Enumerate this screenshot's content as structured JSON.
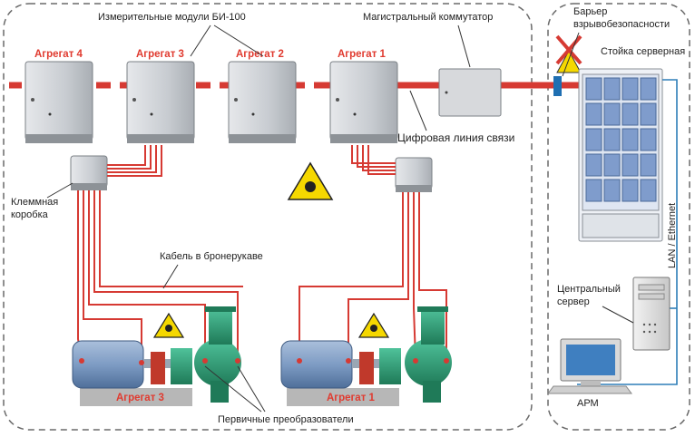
{
  "labels": {
    "modules": "Измерительные модули БИ-100",
    "switch": "Магистральный коммутатор",
    "barrier": "Барьер взрывобезопасности",
    "rack": "Стойка серверная",
    "digital_line": "Цифровая линия связи",
    "terminal_box": "Клеммная коробка",
    "armored_cable": "Кабель в бронерукаве",
    "sensors": "Первичные преобразователи",
    "central_server": "Центральный сервер",
    "lan": "LAN / Ethernet",
    "arm": "АРМ"
  },
  "modules": [
    {
      "name": "Агрегат 4"
    },
    {
      "name": "Агрегат 3"
    },
    {
      "name": "Агрегат 2"
    },
    {
      "name": "Агрегат 1"
    }
  ],
  "pump_units": [
    {
      "name": "Агрегат 3"
    },
    {
      "name": "Агрегат 1"
    }
  ],
  "colors": {
    "line": "#d63a33",
    "cabinet": "#c9cdd2",
    "dashed_border": "#6a6a6a",
    "motor": "#7e9cc4",
    "pump": "#2fa37a",
    "base": "#b7b7b7",
    "warning": "#f5d800"
  }
}
